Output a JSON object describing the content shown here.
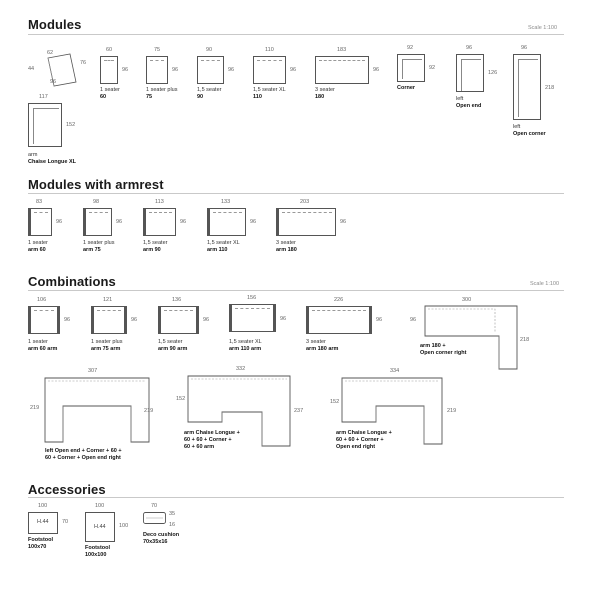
{
  "sections": {
    "modules": "Modules",
    "modules_armrest": "Modules with armrest",
    "combinations": "Combinations",
    "accessories": "Accessories"
  },
  "scale": {
    "modules": "Scale 1:100",
    "combinations": "Scale 1:100"
  },
  "modules": [
    {
      "name_line1": "",
      "name_line2": "",
      "dims": [
        "62",
        "96",
        "44",
        "76"
      ]
    },
    {
      "name_line1": "1 seater",
      "name_line2": "60",
      "dims": [
        "60",
        "96"
      ]
    },
    {
      "name_line1": "1 seater plus",
      "name_line2": "75",
      "dims": [
        "75",
        "96"
      ]
    },
    {
      "name_line1": "1,5 seater",
      "name_line2": "90",
      "dims": [
        "90",
        "96"
      ]
    },
    {
      "name_line1": "1,5 seater XL",
      "name_line2": "110",
      "dims": [
        "110",
        "96"
      ]
    },
    {
      "name_line1": "3 seater",
      "name_line2": "180",
      "dims": [
        "183",
        "96"
      ]
    },
    {
      "name_line1": "",
      "name_line2": "Corner",
      "dims": [
        "92",
        "92"
      ]
    },
    {
      "name_line1": "left",
      "name_line2": "Open end",
      "dims": [
        "96",
        "126"
      ]
    },
    {
      "name_line1": "left",
      "name_line2": "Open corner",
      "dims": [
        "96",
        "218"
      ]
    },
    {
      "name_line1": "arm",
      "name_line2": "Chaise Longue XL",
      "dims": [
        "117",
        "152"
      ]
    }
  ],
  "armrest": [
    {
      "name_line1": "1 seater",
      "name_line2": "arm 60",
      "dims": [
        "83",
        "96"
      ]
    },
    {
      "name_line1": "1 seater plus",
      "name_line2": "arm 75",
      "dims": [
        "98",
        "96"
      ]
    },
    {
      "name_line1": "1,5 seater",
      "name_line2": "arm 90",
      "dims": [
        "113",
        "96"
      ]
    },
    {
      "name_line1": "1,5 seater XL",
      "name_line2": "arm 110",
      "dims": [
        "133",
        "96"
      ]
    },
    {
      "name_line1": "3 seater",
      "name_line2": "arm 180",
      "dims": [
        "203",
        "96"
      ]
    }
  ],
  "combinations": [
    {
      "name_line1": "1 seater",
      "name_line2": "arm 60 arm",
      "dims": [
        "106",
        "96"
      ]
    },
    {
      "name_line1": "1 seater plus",
      "name_line2": "arm 75 arm",
      "dims": [
        "121",
        "96"
      ]
    },
    {
      "name_line1": "1,5 seater",
      "name_line2": "arm 90 arm",
      "dims": [
        "136",
        "96"
      ]
    },
    {
      "name_line1": "1,5 seater XL",
      "name_line2": "arm 110 arm",
      "dims": [
        "156",
        "96"
      ]
    },
    {
      "name_line1": "3 seater",
      "name_line2": "arm 180 arm",
      "dims": [
        "226",
        "96"
      ]
    },
    {
      "name_line1": "arm 180 +",
      "name_line2": "Open corner right",
      "dims": [
        "300",
        "96",
        "218"
      ]
    },
    {
      "name_line1": "left Open end + Corner + 60 +",
      "name_line2": "60 + Corner + Open end right",
      "dims": [
        "307",
        "219",
        "219"
      ]
    },
    {
      "name_line1": "arm Chaise Longue +",
      "name_line2": "60 + 60 + Corner +",
      "name_line3": "60 + 60 arm",
      "dims": [
        "332",
        "152",
        "237"
      ]
    },
    {
      "name_line1": "arm Chaise Longue +",
      "name_line2": "60 + 60 + Corner +",
      "name_line3": "Open end right",
      "dims": [
        "334",
        "152",
        "219"
      ]
    }
  ],
  "accessories": [
    {
      "name_line1": "Footstool",
      "name_line2": "100x70",
      "inner": "H.44",
      "dims": [
        "100",
        "70"
      ]
    },
    {
      "name_line1": "Footstool",
      "name_line2": "100x100",
      "inner": "H.44",
      "dims": [
        "100",
        "100"
      ]
    },
    {
      "name_line1": "Deco cushion",
      "name_line2": "70x35x16",
      "dims": [
        "70",
        "35",
        "16"
      ]
    }
  ]
}
